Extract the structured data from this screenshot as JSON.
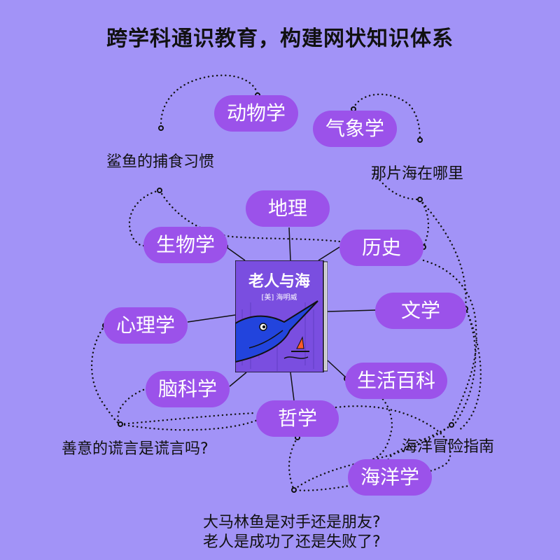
{
  "title": "跨学科通识教育，构建网状知识体系",
  "book": {
    "title": "老人与海",
    "author": "[美] 海明威"
  },
  "subjects": {
    "zoology": "动物学",
    "meteorology": "气象学",
    "geography": "地理",
    "biology": "生物学",
    "history": "历史",
    "literature": "文学",
    "psychology": "心理学",
    "neuroscience": "脑科学",
    "life_encyclopedia": "生活百科",
    "philosophy": "哲学",
    "oceanography": "海洋学"
  },
  "topics": {
    "shark": "鲨鱼的捕食习惯",
    "sea_location": "那片海在哪里",
    "white_lie": "善意的谎言是谎言吗?",
    "ocean_guide": "海洋冒险指南",
    "marlin_line1": "大马林鱼是对手还是朋友?",
    "marlin_line2": "老人是成功了还是失败了?"
  },
  "colors": {
    "background": "#a293f7",
    "pill": "#9b52ea",
    "book_cover": "#7a4ee0",
    "fish": "#2244dd"
  }
}
